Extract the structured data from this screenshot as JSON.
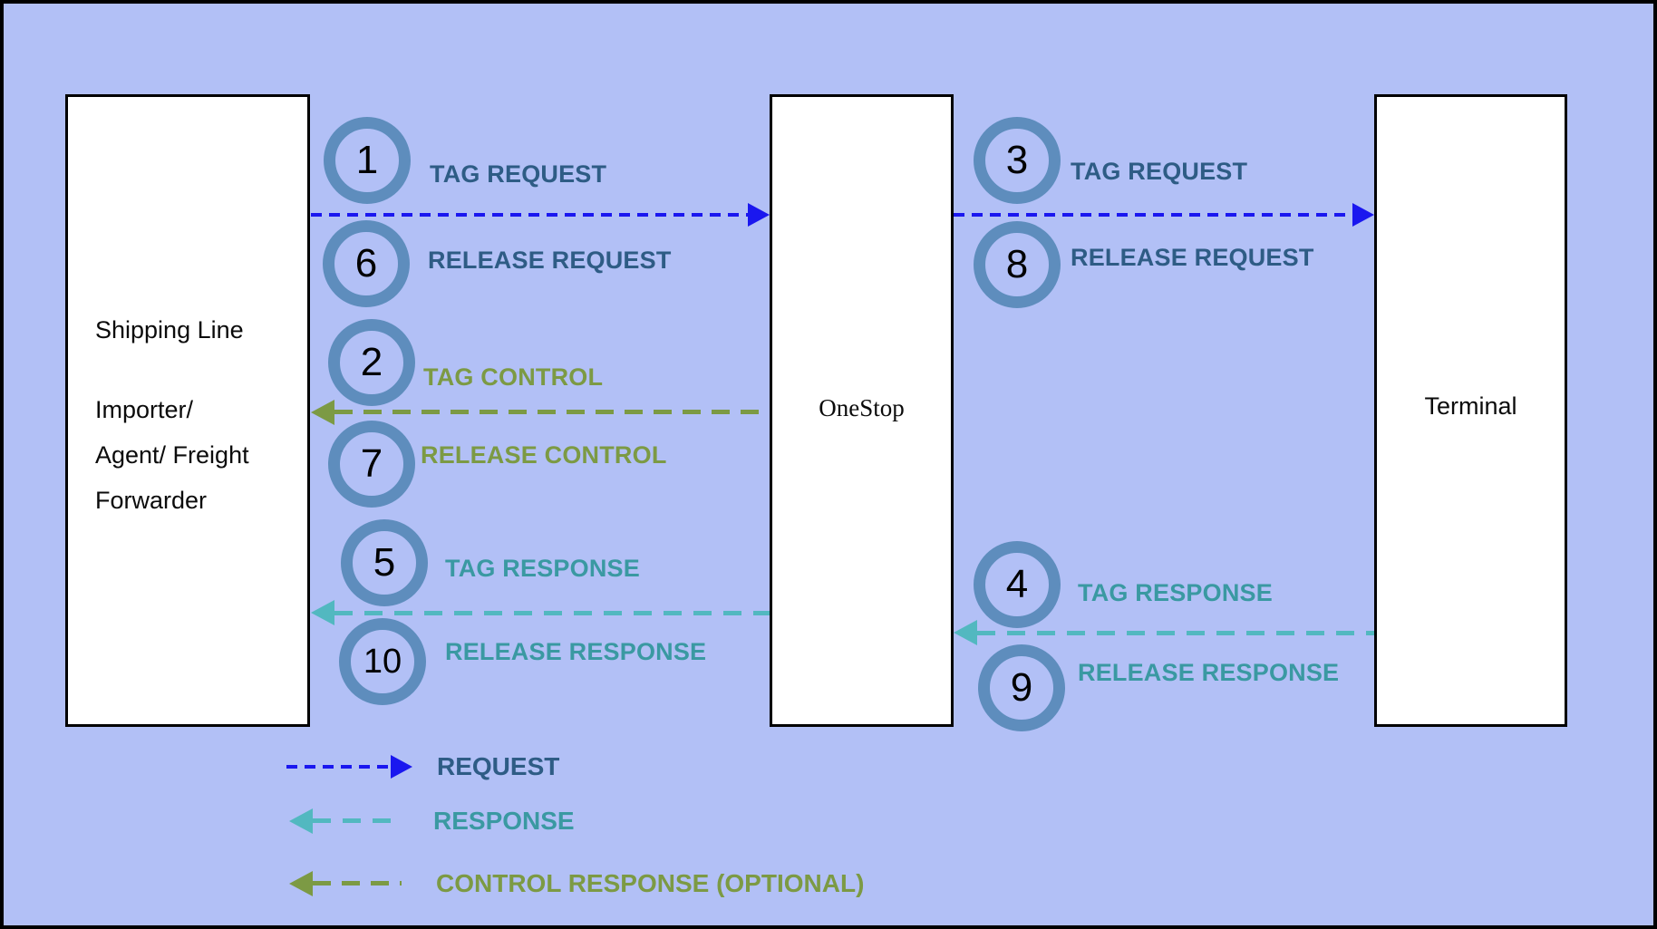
{
  "colors": {
    "background": "#b2c0f6",
    "box_fill": "#ffffff",
    "box_border": "#000000",
    "badge_ring": "#5e8dbd",
    "request_line": "#1a17ef",
    "request_text": "#2e5c85",
    "response_line": "#52b8c0",
    "response_text": "#3a99a2",
    "control_line": "#7c9a44",
    "control_text": "#7c9a44"
  },
  "actors": {
    "left": {
      "lines": [
        "Shipping Line",
        "Importer/",
        "Agent/ Freight",
        "Forwarder"
      ]
    },
    "middle": {
      "label": "OneStop"
    },
    "right": {
      "label": "Terminal"
    }
  },
  "messages": [
    {
      "num": "1",
      "label": "TAG REQUEST",
      "kind": "request",
      "from": "shipping-line",
      "to": "onestop"
    },
    {
      "num": "6",
      "label": "RELEASE REQUEST",
      "kind": "request",
      "from": "shipping-line",
      "to": "onestop"
    },
    {
      "num": "2",
      "label": "TAG CONTROL",
      "kind": "control",
      "from": "onestop",
      "to": "shipping-line"
    },
    {
      "num": "7",
      "label": "RELEASE CONTROL",
      "kind": "control",
      "from": "onestop",
      "to": "shipping-line"
    },
    {
      "num": "5",
      "label": "TAG RESPONSE",
      "kind": "response",
      "from": "onestop",
      "to": "shipping-line"
    },
    {
      "num": "10",
      "label": "RELEASE RESPONSE",
      "kind": "response",
      "from": "onestop",
      "to": "shipping-line"
    },
    {
      "num": "3",
      "label": "TAG REQUEST",
      "kind": "request",
      "from": "onestop",
      "to": "terminal"
    },
    {
      "num": "8",
      "label": "RELEASE REQUEST",
      "kind": "request",
      "from": "onestop",
      "to": "terminal"
    },
    {
      "num": "4",
      "label": "TAG RESPONSE",
      "kind": "response",
      "from": "terminal",
      "to": "onestop"
    },
    {
      "num": "9",
      "label": "RELEASE RESPONSE",
      "kind": "response",
      "from": "terminal",
      "to": "onestop"
    }
  ],
  "legend": [
    {
      "label": "REQUEST",
      "direction": "right",
      "kind": "request"
    },
    {
      "label": "RESPONSE",
      "direction": "left",
      "kind": "response"
    },
    {
      "label": "CONTROL RESPONSE (OPTIONAL)",
      "direction": "left",
      "kind": "control"
    }
  ]
}
